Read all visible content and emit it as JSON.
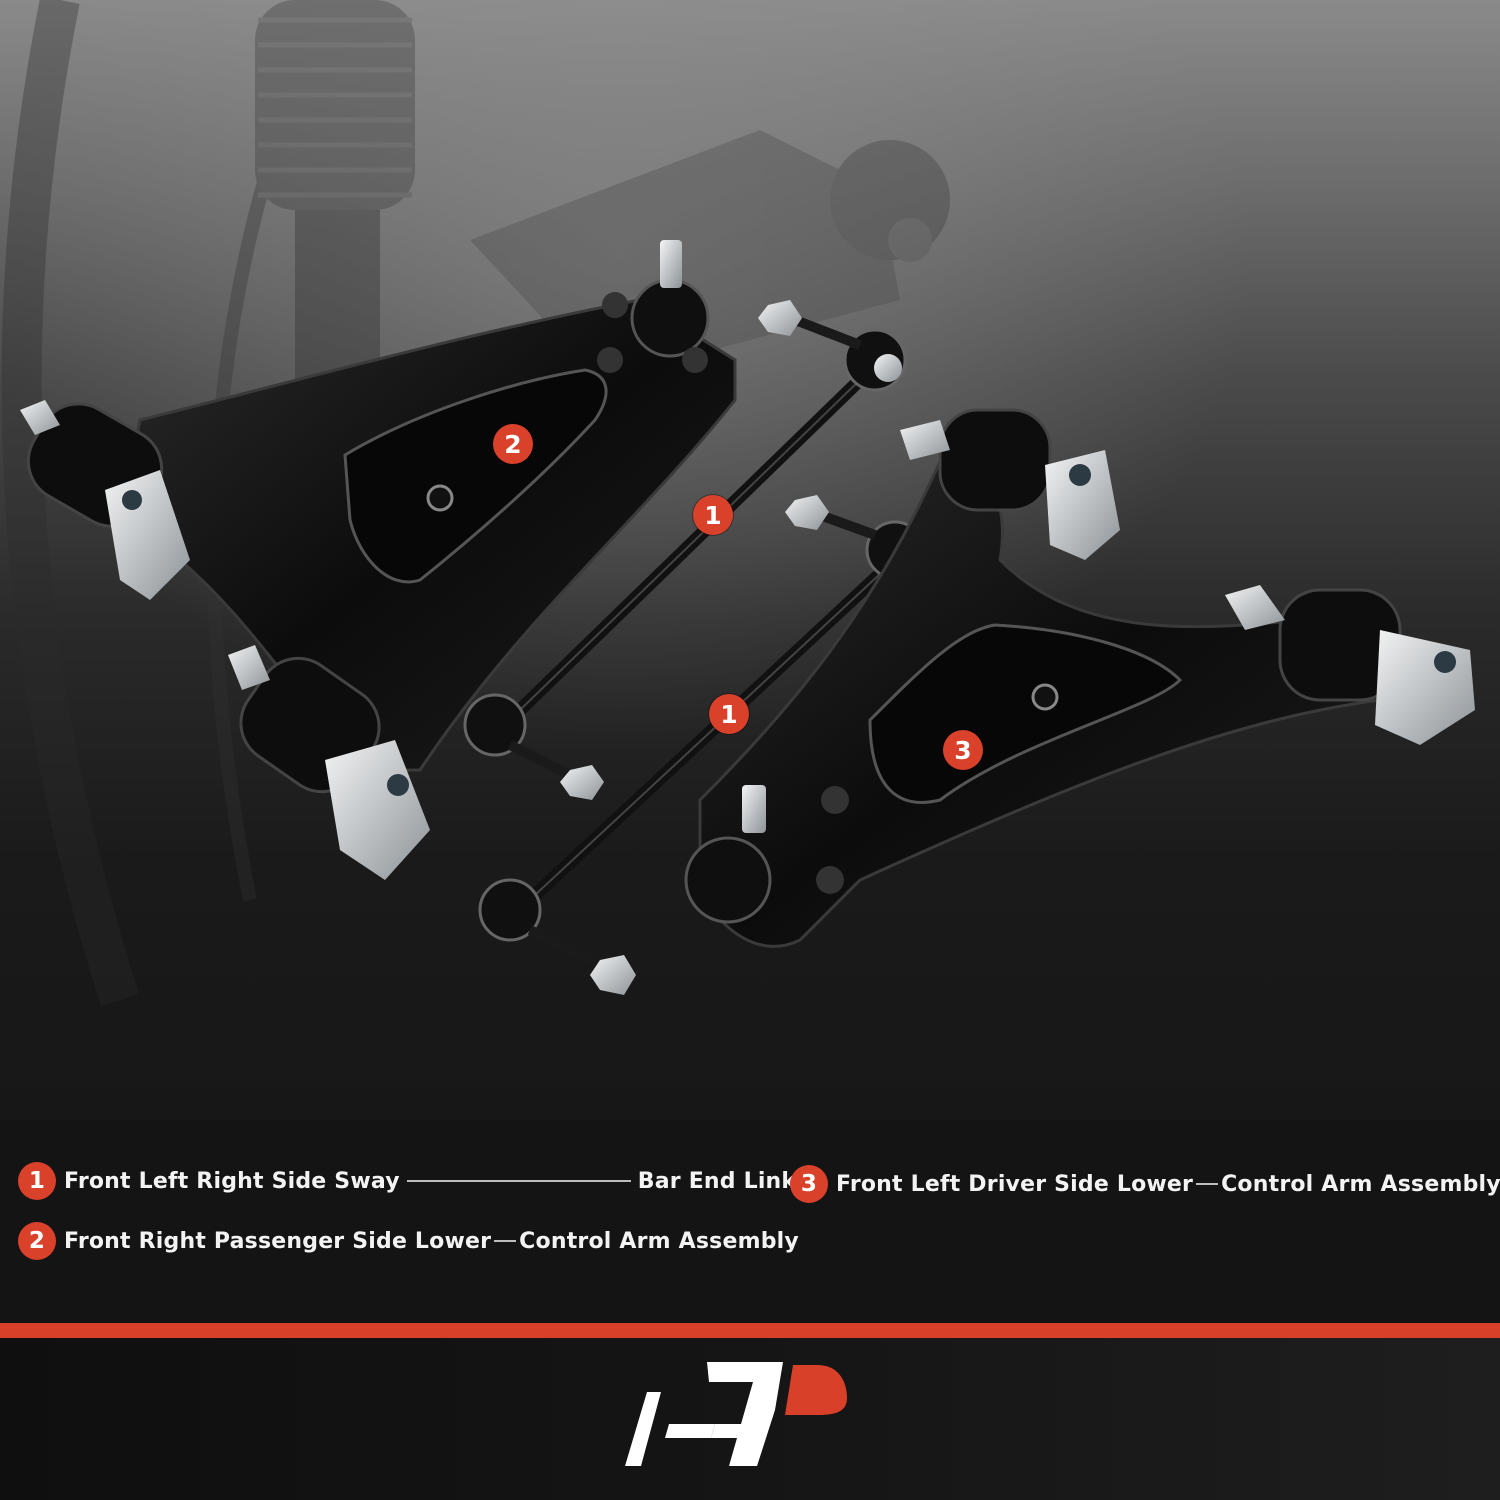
{
  "hero": {
    "description": "Product photo: two lower control arm assemblies and two sway bar end links over a grayscale suspension background",
    "callouts": [
      {
        "number": "2",
        "label_ref": "legend.items.1"
      },
      {
        "number": "1",
        "label_ref": "legend.items.0"
      },
      {
        "number": "1",
        "label_ref": "legend.items.0"
      },
      {
        "number": "3",
        "label_ref": "legend.items.2"
      }
    ]
  },
  "legend": {
    "items": [
      {
        "number": "1",
        "left_text": "Front Left Right Side Sway",
        "right_text": "Bar End Link"
      },
      {
        "number": "2",
        "left_text": "Front Right Passenger Side Lower",
        "right_text": "Control Arm Assembly"
      },
      {
        "number": "3",
        "left_text": "Front Left Driver Side Lower",
        "right_text": "Control Arm Assembly"
      }
    ]
  },
  "brand": {
    "logo_name": "A-Premium AP logo",
    "accent_color": "#d8402a",
    "badge_color": "#d9412a",
    "text_color": "#f3f3f3"
  }
}
